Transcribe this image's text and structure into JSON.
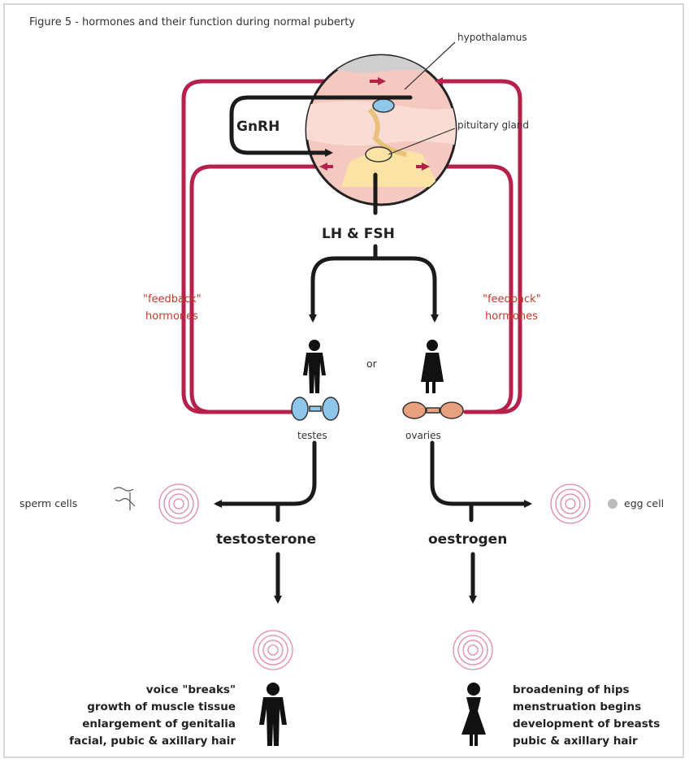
{
  "figure_title": "Figure 5 - hormones and their function during normal puberty",
  "labels": {
    "hypothalamus": "hypothalamus",
    "pituitary": "pituitary gland",
    "gnrh": "GnRH",
    "lh_fsh": "LH & FSH",
    "feedback_left_1": "\"feedback\"",
    "feedback_left_2": "hormones",
    "feedback_right_1": "\"feedback\"",
    "feedback_right_2": "hormones",
    "or": "or",
    "testes": "testes",
    "ovaries": "ovaries",
    "sperm_cells": "sperm cells",
    "egg_cell": "egg cell",
    "testosterone": "testosterone",
    "oestrogen": "oestrogen"
  },
  "male_effects": [
    "voice \"breaks\"",
    "growth of muscle tissue",
    "enlargement of genitalia",
    "facial, pubic & axillary hair"
  ],
  "female_effects": [
    "broadening of hips",
    "menstruation begins",
    "development of breasts",
    "pubic & axillary hair"
  ],
  "colors": {
    "feedback": "#b5214a",
    "arrow": "#1a1a1a",
    "feedback_text": "#c0392b",
    "testes_fill": "#8ec6ec",
    "ovaries_fill": "#e8a07e",
    "brain_fill": "#f5c9c0"
  }
}
